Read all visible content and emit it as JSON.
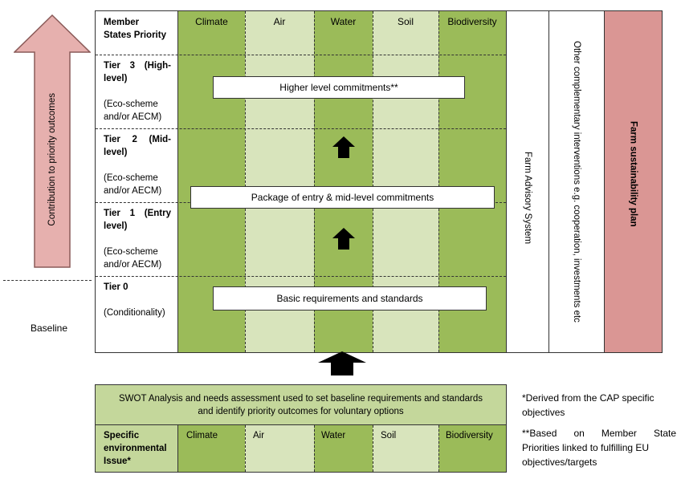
{
  "header_cell": {
    "line1": "Member",
    "line2": "States Priority"
  },
  "columns": [
    "Climate",
    "Air",
    "Water",
    "Soil",
    "Biodiversity"
  ],
  "tiers": [
    {
      "title1": "Tier 3 (High-",
      "title2": "level)",
      "sub1": "(Eco-scheme",
      "sub2": "and/or AECM)"
    },
    {
      "title1": "Tier 2 (Mid-",
      "title2": "level)",
      "sub1": "(Eco-scheme",
      "sub2": "and/or AECM)"
    },
    {
      "title1": "Tier 1 (Entry",
      "title2": "level)",
      "sub1": "(Eco-scheme",
      "sub2": "and/or AECM)"
    },
    {
      "title1": "Tier 0",
      "title2": "",
      "sub1": "(Conditionality)",
      "sub2": ""
    }
  ],
  "commitments": {
    "higher": "Higher level commitments**",
    "package": "Package of entry & mid-level commitments",
    "basic": "Basic requirements and standards"
  },
  "side_columns": {
    "advisory": "Farm Advisory System",
    "other": "Other complementary interventions e.g. cooperation, investments etc",
    "plan": "Farm sustainability plan"
  },
  "left_arrow_label": "Contribution to priority outcomes",
  "baseline_label": "Baseline",
  "swot": {
    "line1": "SWOT Analysis and needs assessment used to set baseline requirements and standards",
    "line2": "and identify priority outcomes for voluntary options"
  },
  "bottom_row": {
    "label1": "Specific",
    "label2": "environmental",
    "label3": "Issue*",
    "columns": [
      "Climate",
      "Air",
      "Water",
      "Soil",
      "Biodiversity"
    ]
  },
  "notes": {
    "note1_line1": "*Derived from the CAP specific",
    "note1_line2": "objectives",
    "note2_line1": "**Based on Member State",
    "note2_line2": "Priorities linked to fulfilling EU",
    "note2_line3": "objectives/targets"
  },
  "colors": {
    "dark_green": "#9bbb59",
    "light_green": "#d8e4bc",
    "swot_green": "#c4d79b",
    "pink": "#da9694",
    "arrow_pink": "#e6b0ae"
  }
}
